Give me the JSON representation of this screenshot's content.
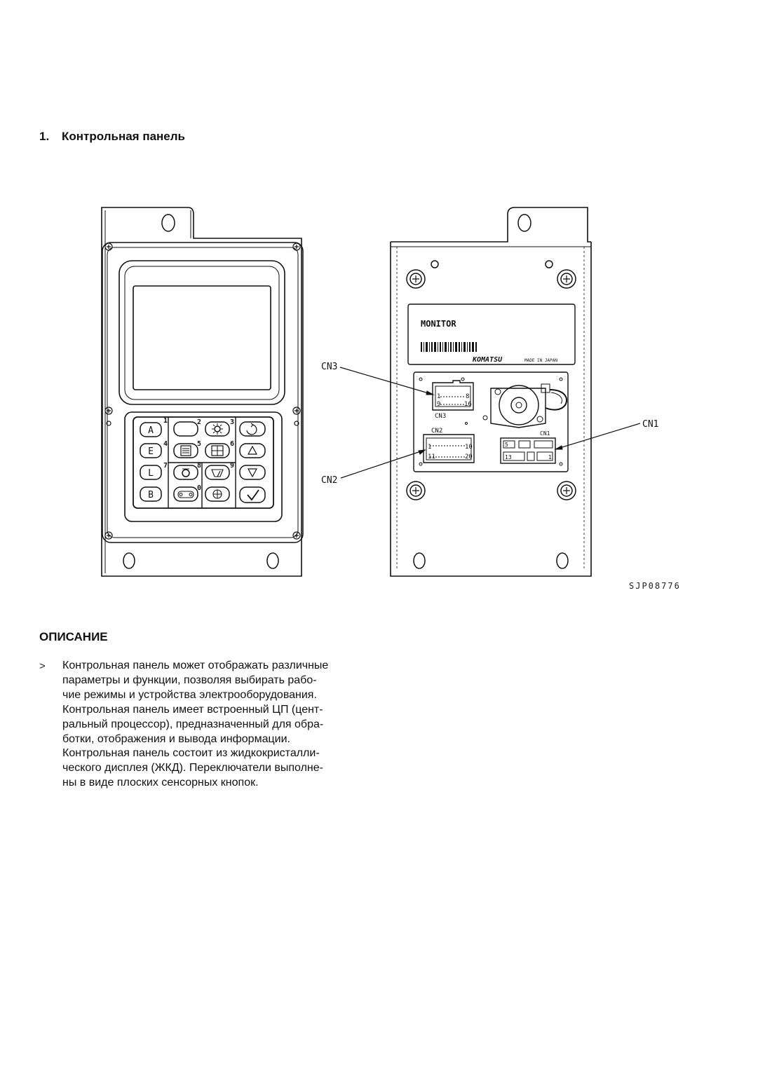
{
  "section": {
    "number": "1.",
    "title": "Контрольная панель"
  },
  "figure": {
    "code": "SJP08776",
    "callouts": {
      "cn3": "CN3",
      "cn2": "CN2",
      "cn1": "CN1"
    },
    "label_plate": {
      "title": "MONITOR",
      "brand": "KOMATSU",
      "origin": "MADE IN JAPAN"
    },
    "connector_labels": {
      "cn3": "CN3",
      "cn2": "CN2",
      "cn1": "CN1"
    },
    "pin_labels": {
      "cn3_a": "1",
      "cn3_b": "8",
      "cn3_c": "9",
      "cn3_d": "16",
      "cn2_a": "1",
      "cn2_b": "10",
      "cn2_c": "11",
      "cn2_d": "20",
      "cn1_a": "5",
      "cn1_b": "13",
      "cn1_c": "1"
    },
    "keypad": {
      "letters": [
        "A",
        "E",
        "L",
        "B"
      ],
      "numbers": [
        "1",
        "2",
        "3",
        "4",
        "5",
        "6",
        "7",
        "8",
        "9",
        "0"
      ]
    }
  },
  "description": {
    "title": "ОПИСАНИЕ",
    "bullet": ">",
    "text": "Контрольная панель может отображать различные\nпараметры и функции, позволяя выбирать рабо-\nчие режимы и устройства электрооборудования.\nКонтрольная панель имеет встроенный ЦП (цент-\nральный процессор), предназначенный для обра-\nботки, отображения и вывода информации.\nКонтрольная панель состоит из жидкокристалли-\nческого дисплея (ЖКД). Переключатели выполне-\nны в виде плоских сенсорных кнопок."
  }
}
